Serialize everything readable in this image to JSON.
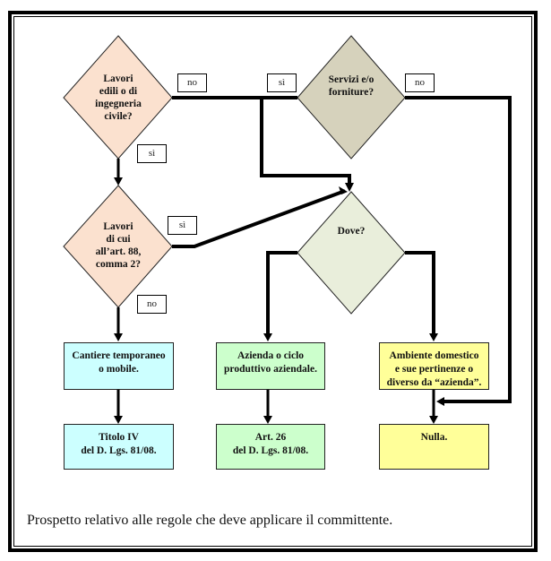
{
  "diagram": {
    "colors": {
      "decision_work": "#fbe1cf",
      "decision_services": "#d6d2bc",
      "decision_where": "#e9eedb",
      "box_site": "#ccffff",
      "box_company": "#ccffcc",
      "box_domestic": "#ffff99",
      "line": "#000000"
    },
    "decisions": {
      "works": "Lavori\nedili o di\ningegneria\ncivile?",
      "art88": "Lavori\ndi cui\nall’art. 88,\ncomma 2?",
      "services": "Servizi e/o\nforniture?",
      "where": "Dove?"
    },
    "labels": {
      "works_no": "no",
      "works_si": "sì",
      "services_si": "sì",
      "services_no": "no",
      "art88_si": "sì",
      "art88_no": "no"
    },
    "boxes": {
      "site": "Cantiere temporaneo\no mobile.",
      "company": "Azienda o ciclo\nproduttivo aziendale.",
      "domestic": "Ambiente domestico\ne sue pertinenze o\ndiverso da “azienda”.",
      "titolo4": "Titolo IV\ndel D. Lgs. 81/08.",
      "art26": "Art. 26\ndel D. Lgs. 81/08.",
      "nulla": "Nulla."
    },
    "caption": "Prospetto relativo alle regole che deve applicare il committente."
  }
}
